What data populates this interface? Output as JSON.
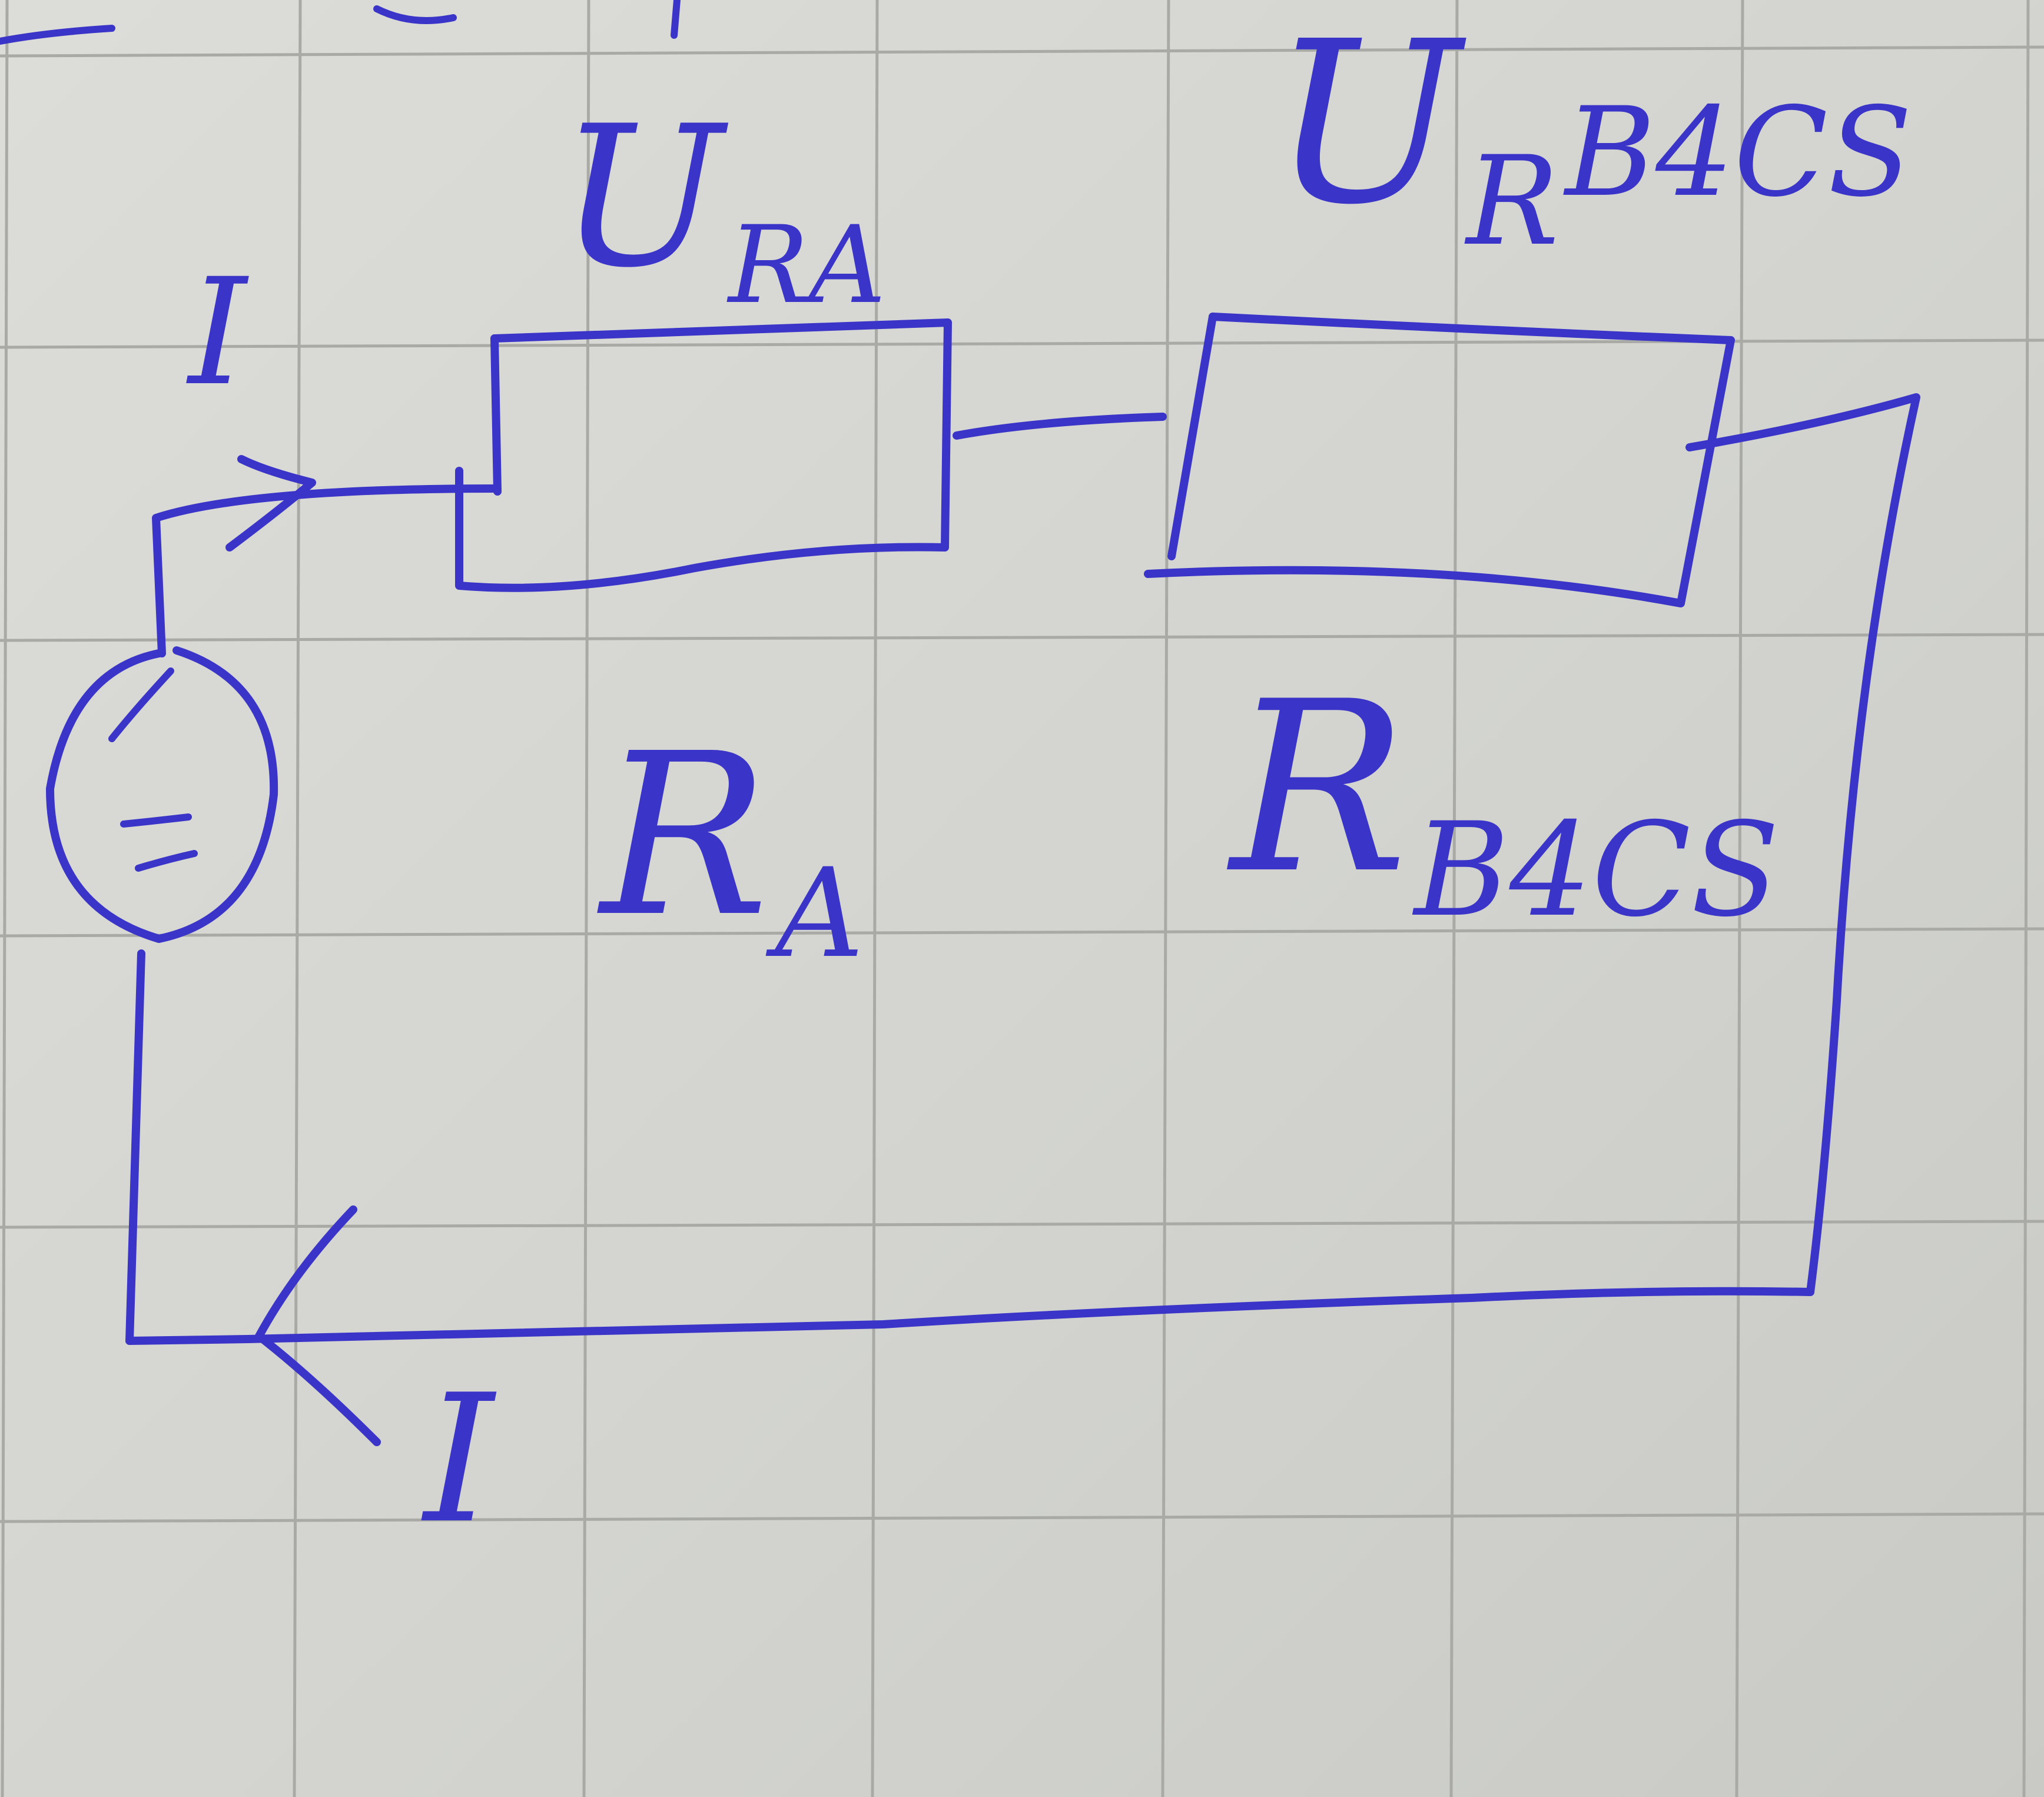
{
  "labels": {
    "voltage_ra_main": "U",
    "voltage_ra_sub": "RA",
    "voltage_rb_main": "U",
    "voltage_rb_sub_r": "R",
    "voltage_rb_sub_rest": "B4CS",
    "resistor_a_main": "R",
    "resistor_a_sub": "A",
    "resistor_b_main": "R",
    "resistor_b_sub": "B4CS",
    "current_top": "I",
    "current_bottom": "I"
  },
  "colors": {
    "ink": "#3b34c8",
    "paper": "#d9d9d6",
    "grid": "#a9aaa6"
  }
}
